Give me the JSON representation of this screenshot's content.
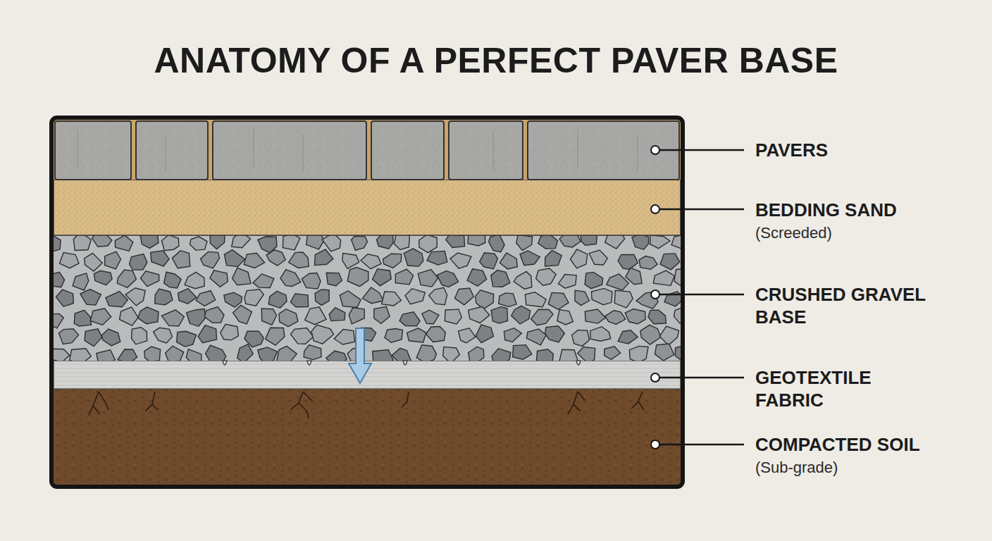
{
  "diagram": {
    "title": "ANATOMY OF A PERFECT PAVER BASE",
    "labels": [
      "PAVERS",
      "BEDDING SAND",
      "(Screeded)",
      "CRUSHED GRAVEL BASE",
      "GEOTEXTILE FABRIC",
      "COMPACTED SOIL",
      "(Sub-grade)"
    ]
  }
}
